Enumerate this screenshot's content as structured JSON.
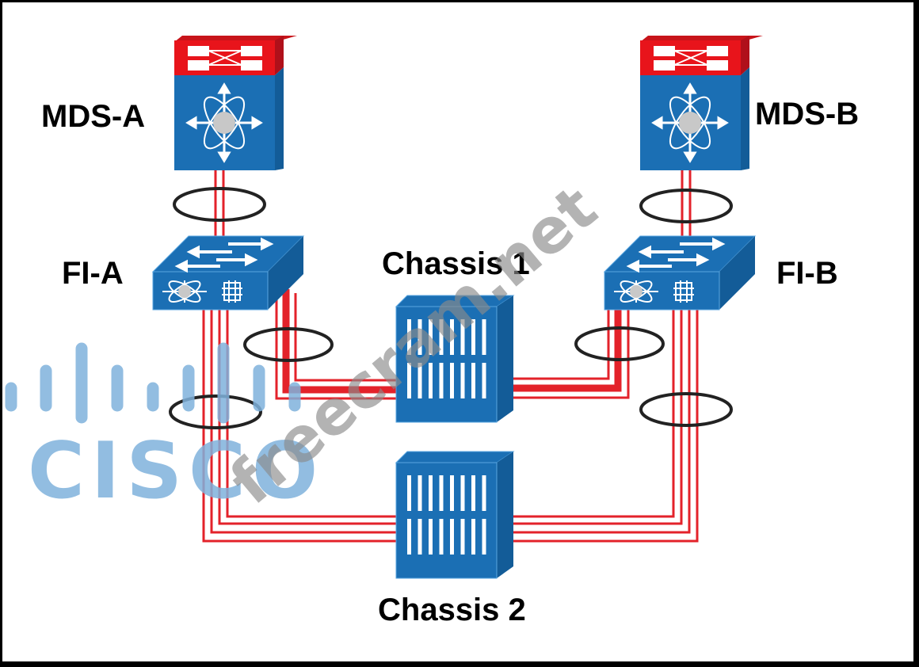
{
  "diagram": {
    "nodes": [
      {
        "id": "mds-a",
        "label": "MDS-A",
        "type": "multilayer-director-switch"
      },
      {
        "id": "mds-b",
        "label": "MDS-B",
        "type": "multilayer-director-switch"
      },
      {
        "id": "fi-a",
        "label": "FI-A",
        "type": "fabric-interconnect"
      },
      {
        "id": "fi-b",
        "label": "FI-B",
        "type": "fabric-interconnect"
      },
      {
        "id": "chassis-1",
        "label": "Chassis 1",
        "type": "blade-chassis"
      },
      {
        "id": "chassis-2",
        "label": "Chassis 2",
        "type": "blade-chassis"
      }
    ],
    "links": [
      {
        "from": "mds-a",
        "to": "fi-a",
        "cables": 2,
        "port_channel": true
      },
      {
        "from": "mds-b",
        "to": "fi-b",
        "cables": 2,
        "port_channel": true
      },
      {
        "from": "fi-a",
        "to": "chassis-1",
        "cables": 2,
        "port_channel": true
      },
      {
        "from": "fi-b",
        "to": "chassis-1",
        "cables": 2,
        "port_channel": true
      },
      {
        "from": "fi-a",
        "to": "chassis-2",
        "cables": 4,
        "port_channel": true
      },
      {
        "from": "fi-b",
        "to": "chassis-2",
        "cables": 4,
        "port_channel": true
      }
    ]
  },
  "labels": {
    "mds_a": "MDS-A",
    "mds_b": "MDS-B",
    "fi_a": "FI-A",
    "fi_b": "FI-B",
    "chassis_1": "Chassis 1",
    "chassis_2": "Chassis 2"
  },
  "watermarks": {
    "brand": "CISCO",
    "site": "freecram.net"
  },
  "colors": {
    "device_blue": "#1b6fb4",
    "device_red": "#e8141b",
    "cable_red": "#e3222a",
    "ring_black": "#222222"
  }
}
